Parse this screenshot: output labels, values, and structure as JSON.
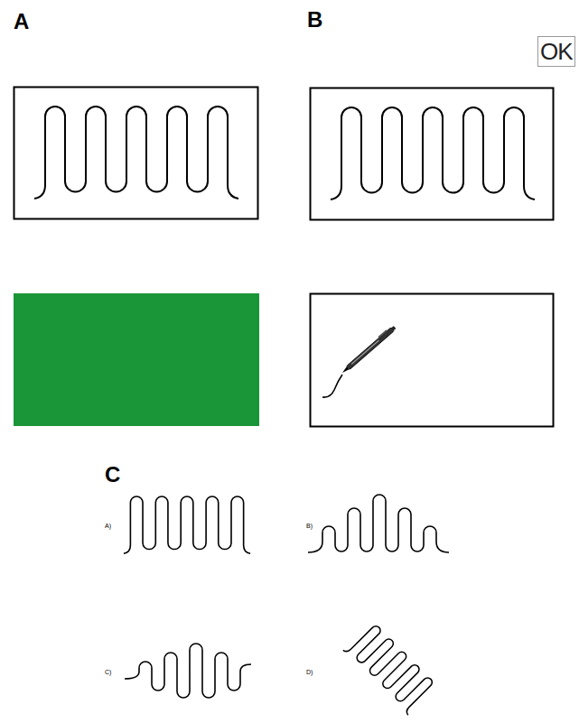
{
  "diagram": {
    "nodes": [
      {
        "text": [
          "OK"
        ]
      }
    ],
    "labels": [
      "A",
      "B",
      "C",
      "A)",
      "B)",
      "C)",
      "D)"
    ]
  }
}
